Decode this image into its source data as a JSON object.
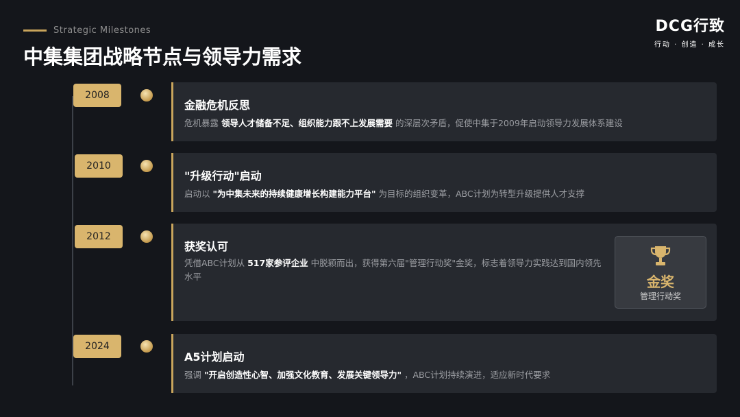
{
  "header": {
    "subtitle": "Strategic Milestones",
    "title": "中集集团战略节点与领导力需求"
  },
  "logo": {
    "name": "DCG行致",
    "tagline": "行动 · 创造 · 成长"
  },
  "milestones": [
    {
      "year": "2008",
      "title": "金融危机反思",
      "desc_pre": "危机暴露 ",
      "desc_bold": "领导人才储备不足、组织能力跟不上发展需要",
      "desc_post": " 的深层次矛盾，促使中集于2009年启动领导力发展体系建设"
    },
    {
      "year": "2010",
      "title": "\"升级行动\"启动",
      "desc_pre": "启动以 ",
      "desc_bold": "\"为中集未来的持续健康增长构建能力平台\"",
      "desc_post": " 为目标的组织变革，ABC计划为转型升级提供人才支撑"
    },
    {
      "year": "2012",
      "title": "获奖认可",
      "desc_pre": "凭借ABC计划从 ",
      "desc_bold": "517家参评企业",
      "desc_post": " 中脱颖而出，获得第六届\"管理行动奖\"金奖，标志着领导力实践达到国内领先水平"
    },
    {
      "year": "2024",
      "title": "A5计划启动",
      "desc_pre": "强调 ",
      "desc_bold": "\"开启创造性心智、加强文化教育、发展关键领导力\"",
      "desc_post": " ，ABC计划持续演进，适应新时代要求"
    }
  ],
  "award": {
    "icon": "trophy-icon",
    "name": "金奖",
    "label": "管理行动奖"
  },
  "colors": {
    "accent": "#d9b56d",
    "background": "#14161b",
    "card": "#26292f"
  }
}
